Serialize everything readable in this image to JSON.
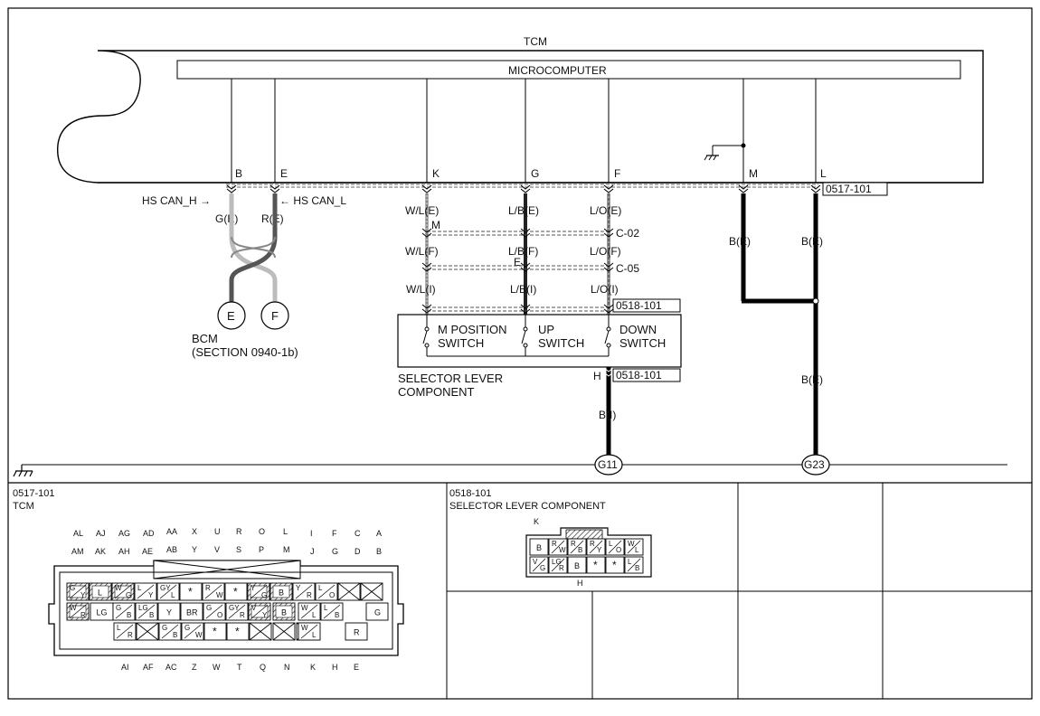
{
  "tcm": {
    "title": "TCM",
    "microcomputer": "MICROCOMPUTER",
    "pins": [
      "B",
      "E",
      "K",
      "G",
      "F",
      "M",
      "L"
    ],
    "connector_tag": "0517-101"
  },
  "can": {
    "hs_can_h": "HS CAN_H",
    "hs_can_l": "HS CAN_L",
    "wire_h": "G(E)",
    "wire_l": "R(E)",
    "bcm_pin_e": "E",
    "bcm_pin_f": "F",
    "bcm_name": "BCM",
    "bcm_section": "(SECTION 0940-1b)"
  },
  "harness": {
    "k_e": "W/L(E)",
    "k_f": "W/L(F)",
    "k_i": "W/L(I)",
    "g_e": "L/B(E)",
    "g_f": "L/B(F)",
    "g_i": "L/B(I)",
    "f_e": "L/O(E)",
    "f_f": "L/O(F)",
    "f_i": "L/O(I)",
    "joint_m": "M",
    "joint_e": "E",
    "c02": "C-02",
    "c05": "C-05",
    "conn_0518_top": "0518-101",
    "conn_0518_bottom": "0518-101",
    "pin_h": "H"
  },
  "switches": {
    "m_position_1": "M POSITION",
    "switch_word_1": "SWITCH",
    "up": "UP",
    "switch_word_2": "SWITCH",
    "down": "DOWN",
    "switch_word_3": "SWITCH",
    "component_1": "SELECTOR LEVER",
    "component_2": "COMPONENT"
  },
  "ground": {
    "m_wire": "B(E)",
    "l_wire_top": "B(E)",
    "l_wire_bottom": "B(E)",
    "h_wire": "B(I)",
    "g11": "G11",
    "g23": "G23"
  },
  "connector_tcm": {
    "code": "0517-101",
    "name": "TCM",
    "top_row_1": [
      "AL",
      "AJ",
      "AG",
      "AD",
      "AA",
      "X",
      "U",
      "R",
      "O",
      "L",
      "I",
      "F",
      "C",
      "A"
    ],
    "top_row_2": [
      "AM",
      "AK",
      "AH",
      "AE",
      "AB",
      "Y",
      "V",
      "S",
      "P",
      "M",
      "J",
      "G",
      "D",
      "B"
    ],
    "bottom_row": [
      "AI",
      "AF",
      "AC",
      "Z",
      "W",
      "T",
      "Q",
      "N",
      "K",
      "H",
      "E"
    ],
    "row1_cells": [
      "G/Y",
      "L",
      "W/G",
      "L/Y",
      "GY/L",
      "*",
      "R/W",
      "*",
      "Y/G",
      "B",
      "Y/R",
      "L/O",
      "",
      ""
    ],
    "row2_cells": [
      "W/R",
      "LG",
      "G/B",
      "LG/B",
      "Y",
      "BR",
      "G/O",
      "GY/R",
      "V/Y",
      "B",
      "W/L",
      "L/B",
      "G"
    ],
    "row3_cells": [
      "L/R",
      "",
      "G/B",
      "G/W",
      "*",
      "*",
      "",
      "",
      "",
      "W/L",
      "R"
    ]
  },
  "connector_slc": {
    "code": "0518-101",
    "name": "SELECTOR LEVER COMPONENT",
    "pin_k": "K",
    "pin_h": "H",
    "row1_cells": [
      "B",
      "R/W",
      "R/B",
      "R/Y",
      "L/O",
      "W/L"
    ],
    "row2_cells": [
      "V/G",
      "LG/R",
      "B",
      "*",
      "*",
      "L/B"
    ]
  }
}
